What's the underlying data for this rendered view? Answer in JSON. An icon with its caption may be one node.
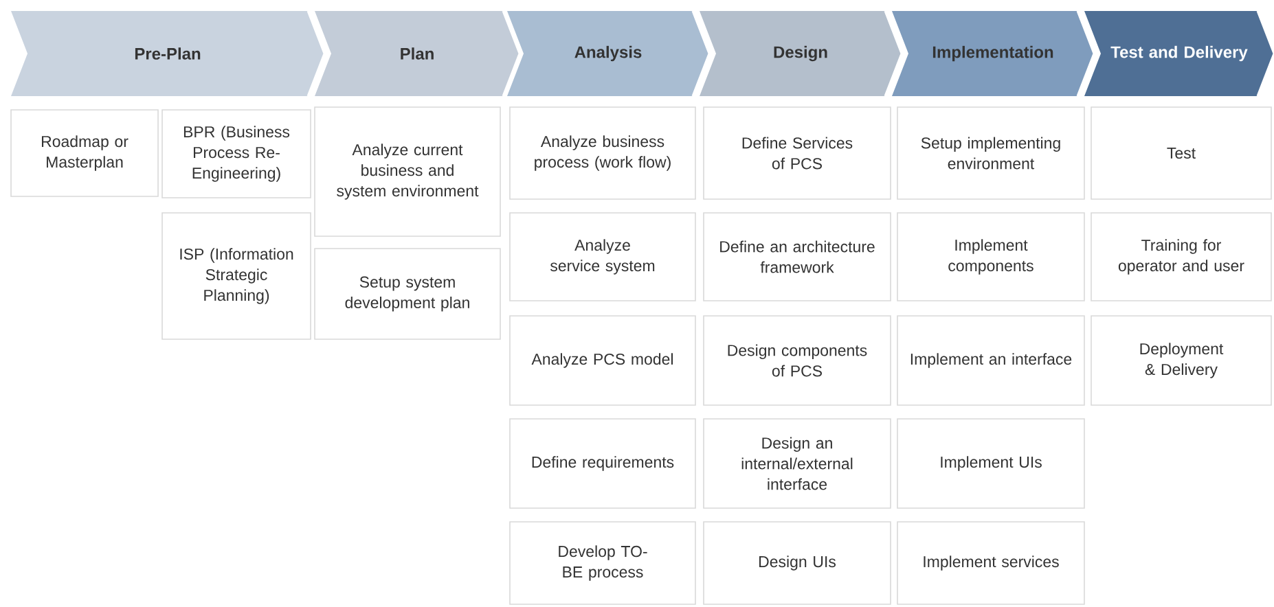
{
  "diagram": {
    "nodes": [
      {
        "text": [
          "Pre-Plan"
        ]
      },
      {
        "text": [
          "Plan"
        ]
      },
      {
        "text": [
          "Analysis"
        ]
      },
      {
        "text": [
          "Design"
        ]
      },
      {
        "text": [
          "Implementation"
        ]
      },
      {
        "text": [
          "Test and Delivery"
        ]
      },
      {
        "text": [
          "Roadmap or Masterplan"
        ]
      },
      {
        "text": [
          "BPR (Business Process Re-Engineering)"
        ]
      },
      {
        "text": [
          "ISP (Information Strategic Planning)"
        ]
      },
      {
        "text": [
          "Analyze current business and system environment"
        ]
      },
      {
        "text": [
          "Setup system development plan"
        ]
      },
      {
        "text": [
          "Analyze business process (work flow)"
        ]
      },
      {
        "text": [
          "Analyze service system"
        ]
      },
      {
        "text": [
          "Analyze PCS model"
        ]
      },
      {
        "text": [
          "Define requirements"
        ]
      },
      {
        "text": [
          "Develop TO-BE process"
        ]
      },
      {
        "text": [
          "Define Services of PCS"
        ]
      },
      {
        "text": [
          "Define an architecture framework"
        ]
      },
      {
        "text": [
          "Design components of PCS"
        ]
      },
      {
        "text": [
          "Design an internal/external interface"
        ]
      },
      {
        "text": [
          "Design UIs"
        ]
      },
      {
        "text": [
          "Setup implementing environment"
        ]
      },
      {
        "text": [
          "Implement components"
        ]
      },
      {
        "text": [
          "Implement an interface"
        ]
      },
      {
        "text": [
          "Implement UIs"
        ]
      },
      {
        "text": [
          "Implement services"
        ]
      },
      {
        "text": [
          "Test"
        ]
      },
      {
        "text": [
          "Training for operator and user"
        ]
      },
      {
        "text": [
          "Deployment & Delivery"
        ]
      }
    ]
  }
}
